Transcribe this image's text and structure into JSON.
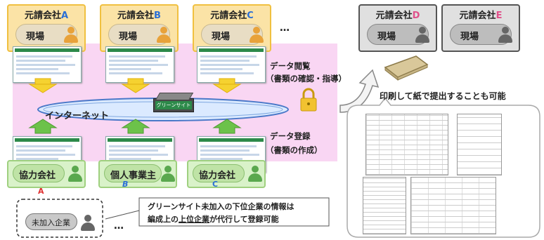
{
  "contractors": [
    {
      "prefix": "元請会社",
      "letter": "A",
      "site": "現場"
    },
    {
      "prefix": "元請会社",
      "letter": "B",
      "site": "現場"
    },
    {
      "prefix": "元請会社",
      "letter": "C",
      "site": "現場"
    },
    {
      "prefix": "元請会社",
      "letter": "D",
      "site": "現場"
    },
    {
      "prefix": "元請会社",
      "letter": "E",
      "site": "現場"
    }
  ],
  "ellipsis_top": "…",
  "ellipsis_bottom": "…",
  "internet_label": "インターネット",
  "green_site_label": "グリーンサイト",
  "data_view": {
    "title": "データ閲覧",
    "sub": "（書類の確認・指導）"
  },
  "data_register": {
    "title": "データ登録",
    "sub": "（書類の作成）"
  },
  "print_note": "印刷して紙で提出することも可能",
  "partners": [
    {
      "label": "協力会社",
      "letter": "A"
    },
    {
      "label": "個人事業主",
      "letter": "B"
    },
    {
      "label": "協力会社",
      "letter": "C"
    }
  ],
  "unregistered": {
    "label": "未加入企業"
  },
  "note": {
    "line1": "グリーンサイト未加入の下位企業の情報は",
    "line2_pre": "編成上の",
    "line2_underline": "上位企業",
    "line2_post": "が代行して登録可能"
  },
  "colors": {
    "pink_area": "#f9d6f3",
    "arrow": "#f5d230",
    "green_arrow": "#6cc24a",
    "letter_blue": "#2a6fd6",
    "letter_pink": "#e0508a",
    "letter_red": "#e03030"
  }
}
